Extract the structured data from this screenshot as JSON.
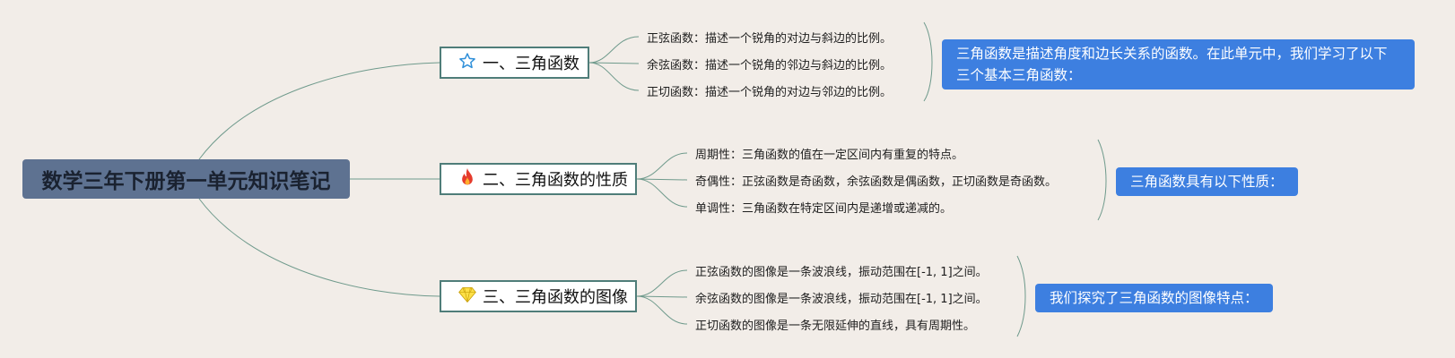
{
  "root": {
    "title": "数学三年下册第一单元知识笔记"
  },
  "branches": [
    {
      "title": "一、三角函数",
      "icon": "star-icon",
      "leaves": [
        "正弦函数：描述一个锐角的对边与斜边的比例。",
        "余弦函数：描述一个锐角的邻边与斜边的比例。",
        "正切函数：描述一个锐角的对边与邻边的比例。"
      ],
      "note": "三角函数是描述角度和边长关系的函数。在此单元中，我们学习了以下三个基本三角函数："
    },
    {
      "title": "二、三角函数的性质",
      "icon": "fire-icon",
      "leaves": [
        "周期性：三角函数的值在一定区间内有重复的特点。",
        "奇偶性：正弦函数是奇函数，余弦函数是偶函数，正切函数是奇函数。",
        "单调性：三角函数在特定区间内是递增或递减的。"
      ],
      "note": "三角函数具有以下性质："
    },
    {
      "title": "三、三角函数的图像",
      "icon": "diamond-icon",
      "leaves": [
        "正弦函数的图像是一条波浪线，振动范围在[-1, 1]之间。",
        "余弦函数的图像是一条波浪线，振动范围在[-1, 1]之间。",
        "正切函数的图像是一条无限延伸的直线，具有周期性。"
      ],
      "note": "我们探究了三角函数的图像特点："
    }
  ],
  "colors": {
    "background": "#f2ede8",
    "root": "#5e7291",
    "branch_border": "#4f7d79",
    "note": "#3d7fe0",
    "connector": "#6f9a8c"
  }
}
